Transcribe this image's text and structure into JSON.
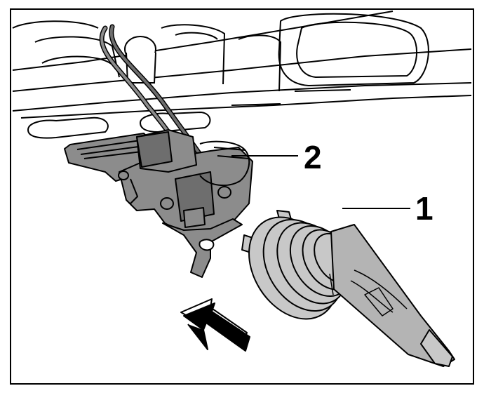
{
  "callouts": [
    {
      "id": "bulb",
      "label": "1"
    },
    {
      "id": "bulb-holder",
      "label": "2"
    }
  ],
  "colors": {
    "line": "#000000",
    "part_gray": "#8c8c8c",
    "part_gray_dark": "#6e6e6e",
    "bulb_gray": "#c8c8c8",
    "glass_gray": "#b4b4b4",
    "background": "#ffffff"
  },
  "icons": {
    "direction": "insert-arrow-icon"
  }
}
